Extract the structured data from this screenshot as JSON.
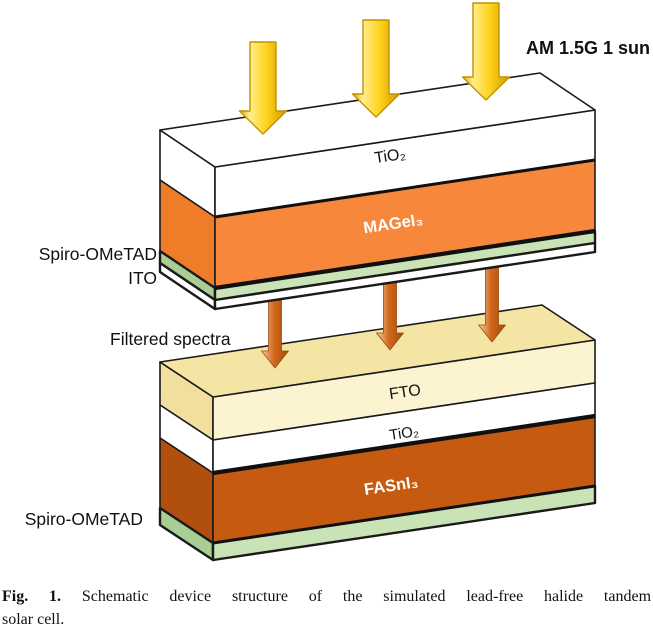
{
  "annotations": {
    "sun_label": "AM 1.5G 1 sun",
    "filtered_label": "Filtered spectra",
    "top_cell_side_label_1": "Spiro-OMeTAD",
    "top_cell_side_label_2": "ITO",
    "bottom_cell_side_label": "Spiro-OMeTAD"
  },
  "top_cell": {
    "layer_tio2": "TiO₂",
    "layer_absorber": "MAGeI₃",
    "layer_htl": "Spiro-OMeTAD",
    "layer_electrode": "ITO"
  },
  "bottom_cell": {
    "layer_fto": "FTO",
    "layer_tio2": "TiO₂",
    "layer_absorber": "FASnI₃",
    "layer_htl": "Spiro-OMeTAD"
  },
  "caption": {
    "label": "Fig. 1.",
    "line1": "Schematic device structure of the simulated lead-free halide tandem",
    "line2": "solar cell."
  },
  "colors": {
    "background": "#ffffff",
    "outline": "#1a1a1a",
    "tio2_white": "#ffffff",
    "ito_white": "#ffffff",
    "magei3_front": "#f6873b",
    "magei3_side": "#ee7c29",
    "fasni3_front": "#c65a11",
    "fasni3_side": "#b04f0e",
    "spiro_front": "#c9e3b6",
    "spiro_side": "#a8ce96",
    "fto_top": "#f5e5a4",
    "fto_front": "#fcf3d1",
    "fto_side": "#f1df9d",
    "gold_edge": "#dca502",
    "gold_light": "#ffef8e",
    "gold_mid": "#ffd21d",
    "gold_deep": "#cf9a00",
    "copper_light": "#f6cda9",
    "copper_mid": "#d2691e",
    "copper_deep": "#a34a07"
  }
}
